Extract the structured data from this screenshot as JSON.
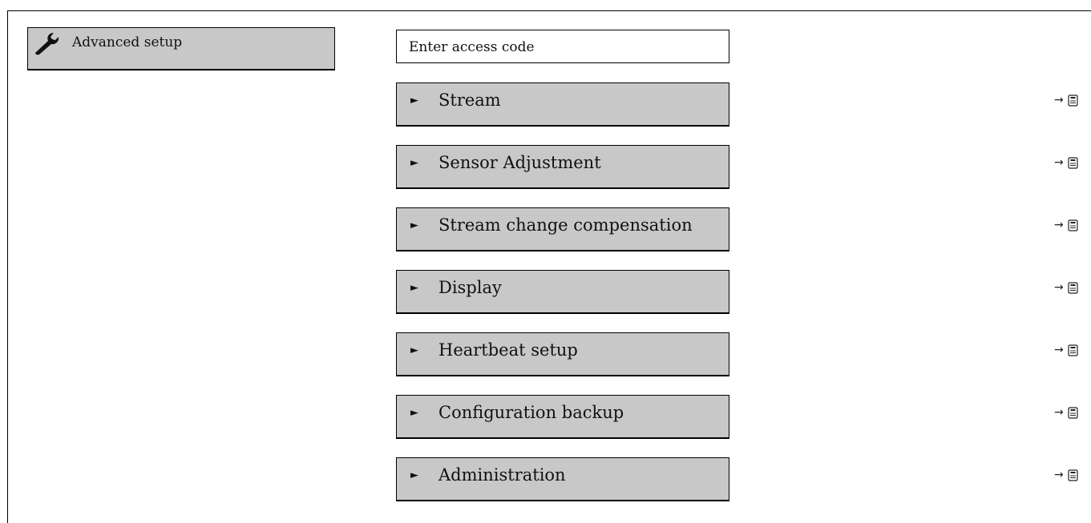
{
  "root": {
    "label": "Advanced setup",
    "icon": "wrench-icon"
  },
  "access_code": {
    "label": "Enter access code"
  },
  "submenu_marker": "►",
  "ref_arrow": "→",
  "submenus": [
    {
      "label": "Stream"
    },
    {
      "label": "Sensor Adjustment"
    },
    {
      "label": "Stream change compensation"
    },
    {
      "label": "Display"
    },
    {
      "label": "Heartbeat setup"
    },
    {
      "label": "Configuration backup"
    },
    {
      "label": "Administration"
    }
  ]
}
